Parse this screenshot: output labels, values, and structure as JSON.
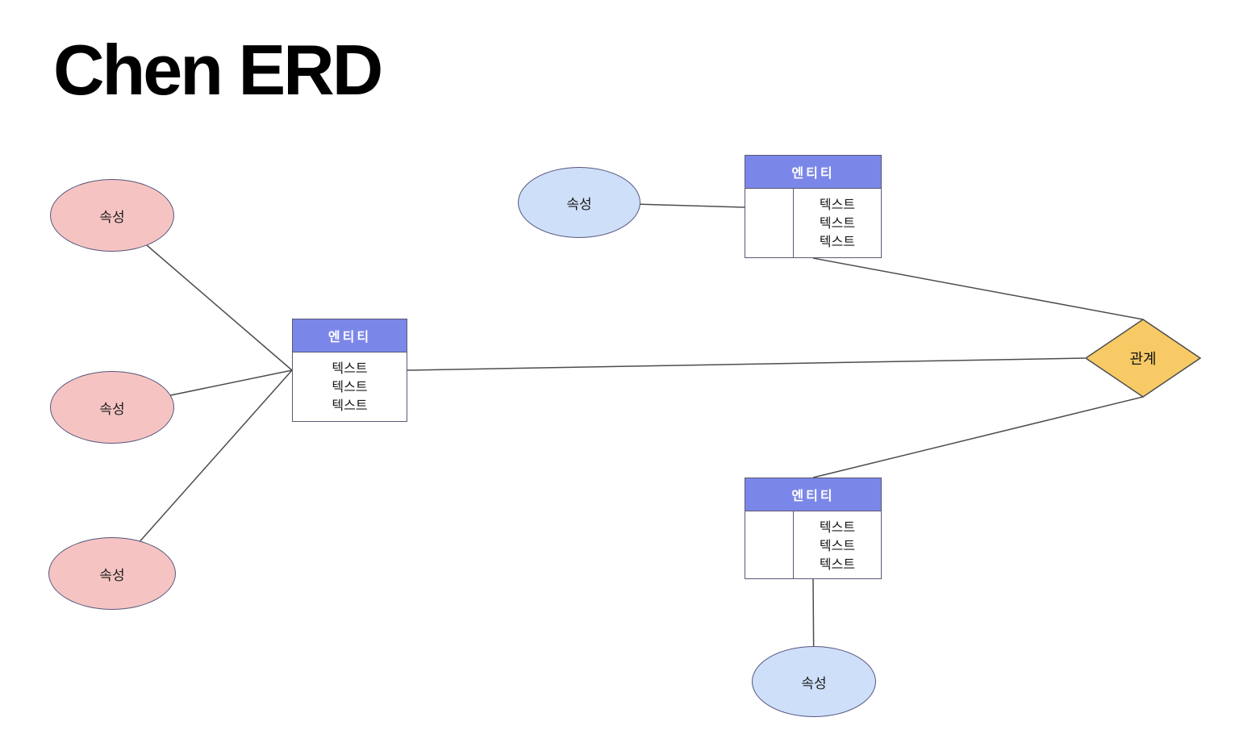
{
  "page": {
    "title": "Chen ERD"
  },
  "colors": {
    "entity_header": "#7b87e8",
    "attribute_pink": "#f5c4c2",
    "attribute_blue": "#cedff9",
    "relationship_fill": "#f7ca66",
    "shape_border": "#56567e",
    "connector": "#4d4d4d",
    "header_text": "#ffffff"
  },
  "nodes": {
    "attribute_left_top": {
      "label": "속성"
    },
    "attribute_left_middle": {
      "label": "속성"
    },
    "attribute_left_bottom": {
      "label": "속성"
    },
    "attribute_top": {
      "label": "속성"
    },
    "attribute_bottom": {
      "label": "속성"
    },
    "entity_center": {
      "header": "엔티티",
      "rows": [
        "텍스트",
        "텍스트",
        "텍스트"
      ]
    },
    "entity_top_right": {
      "header": "엔티티",
      "rows": [
        "텍스트",
        "텍스트",
        "텍스트"
      ]
    },
    "entity_bottom_right": {
      "header": "엔티티",
      "rows": [
        "텍스트",
        "텍스트",
        "텍스트"
      ]
    },
    "relationship": {
      "label": "관계"
    }
  }
}
